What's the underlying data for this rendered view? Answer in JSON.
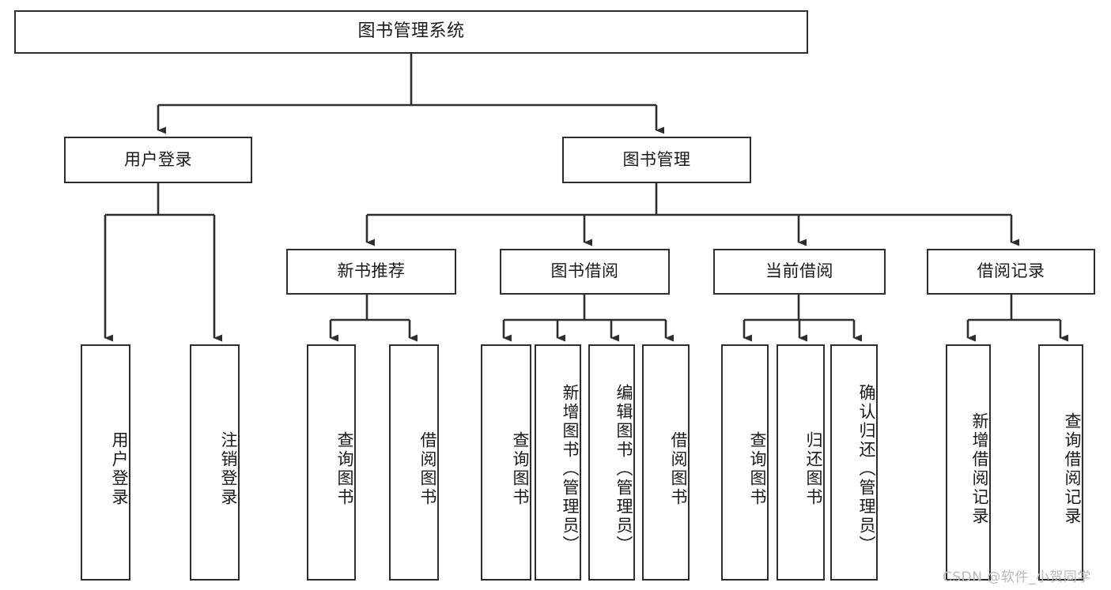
{
  "diagram": {
    "title": "图书管理系统",
    "type": "hierarchy-tree",
    "root": {
      "label": "图书管理系统"
    },
    "level2": [
      {
        "label": "用户登录"
      },
      {
        "label": "图书管理"
      }
    ],
    "level3": [
      {
        "label": "新书推荐"
      },
      {
        "label": "图书借阅"
      },
      {
        "label": "当前借阅"
      },
      {
        "label": "借阅记录"
      }
    ],
    "leaves": [
      {
        "label": "用户登录",
        "parent": "用户登录"
      },
      {
        "label": "注销登录",
        "parent": "用户登录"
      },
      {
        "label": "查询图书",
        "parent": "新书推荐"
      },
      {
        "label": "借阅图书",
        "parent": "新书推荐"
      },
      {
        "label": "查询图书",
        "parent": "图书借阅"
      },
      {
        "label": "新增图书（管理员）",
        "parent": "图书借阅"
      },
      {
        "label": "编辑图书（管理员）",
        "parent": "图书借阅"
      },
      {
        "label": "借阅图书",
        "parent": "图书借阅"
      },
      {
        "label": "查询图书",
        "parent": "当前借阅"
      },
      {
        "label": "归还图书",
        "parent": "当前借阅"
      },
      {
        "label": "确认归还（管理员）",
        "parent": "当前借阅"
      },
      {
        "label": "新增借阅记录",
        "parent": "借阅记录"
      },
      {
        "label": "查询借阅记录",
        "parent": "借阅记录"
      }
    ],
    "watermark": "CSDN @软件_小贺同学",
    "colors": {
      "stroke": "#2e2e2e",
      "fill": "#ffffff",
      "text": "#1a1a1a",
      "watermark": "#b9b9b9"
    }
  }
}
